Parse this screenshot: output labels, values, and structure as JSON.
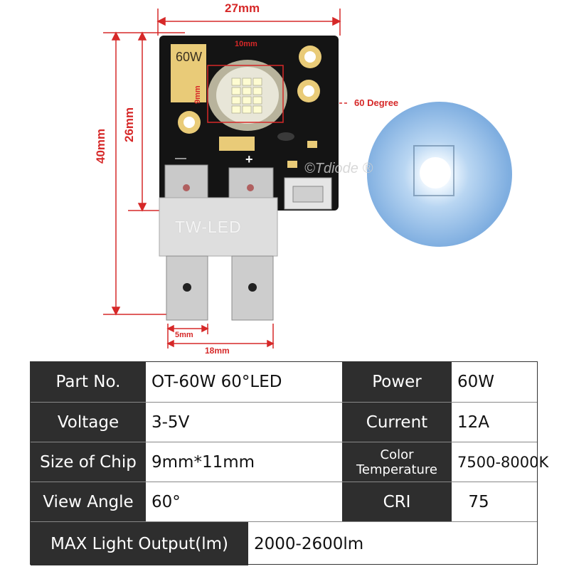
{
  "dimensions": {
    "width": "27mm",
    "height": "40mm",
    "inner_height": "26mm",
    "chip_width": "10mm",
    "chip_height": "9mm",
    "angle": "60 Degree",
    "pin_width": "5mm",
    "pin_span": "18mm"
  },
  "board": {
    "power_mark": "60W",
    "plus_mark": "+",
    "minus_mark": "—",
    "connector_label": "TW-LED"
  },
  "watermark": "©Tdiode ®",
  "specs": {
    "part_no_label": "Part No.",
    "part_no_value": "OT-60W 60°LED",
    "power_label": "Power",
    "power_value": "60W",
    "voltage_label": "Voltage",
    "voltage_value": "3-5V",
    "current_label": "Current",
    "current_value": "12A",
    "chip_label": "Size of Chip",
    "chip_value": "9mm*11mm",
    "color_label_1": "Color",
    "color_label_2": "Temperature",
    "color_value": "7500-8000K",
    "angle_label": "View Angle",
    "angle_value": "60°",
    "cri_label": "CRI",
    "cri_value": "75",
    "output_label": "MAX Light Output(lm)",
    "output_value": "2000-2600lm"
  },
  "colors": {
    "dimension": "#d62828",
    "board": "#141414",
    "pad_gold": "#e9cb78",
    "table_dark": "#2e2e2e"
  }
}
